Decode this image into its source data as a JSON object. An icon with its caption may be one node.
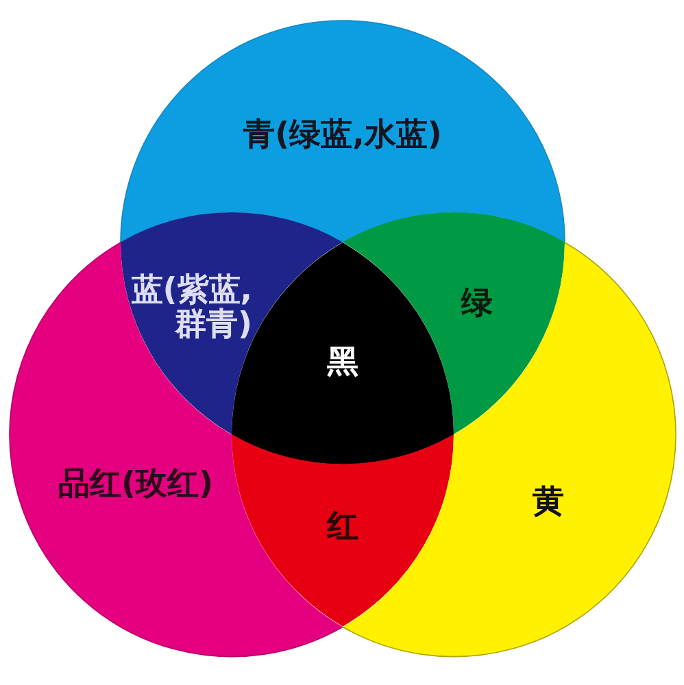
{
  "diagram": {
    "nodes": [
      {
        "text": [
          "青(绿蓝,水蓝)"
        ]
      },
      {
        "text": [
          "蓝(紫蓝,群青)"
        ]
      },
      {
        "text": [
          "绿"
        ]
      },
      {
        "text": [
          "黑"
        ]
      },
      {
        "text": [
          "品红(玫红)"
        ]
      },
      {
        "text": [
          "红"
        ]
      },
      {
        "text": [
          "黄"
        ]
      }
    ]
  }
}
